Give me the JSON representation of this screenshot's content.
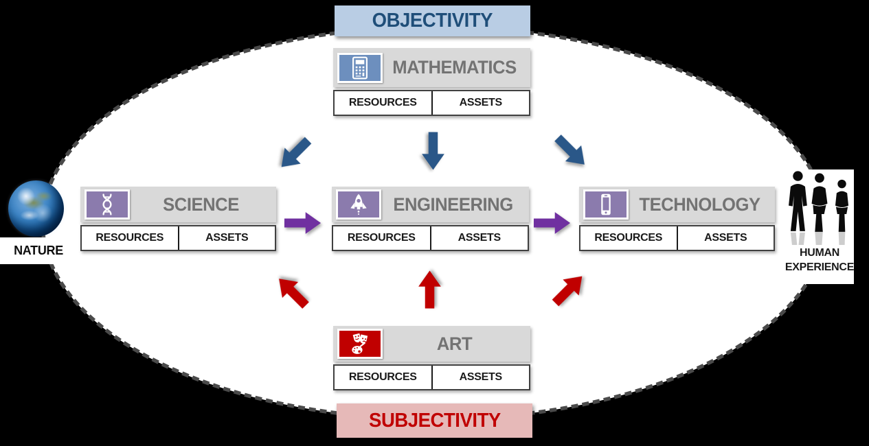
{
  "title_banners": {
    "objectivity": "OBJECTIVITY",
    "subjectivity": "SUBJECTIVITY"
  },
  "endpoints": {
    "nature": {
      "label": "NATURE"
    },
    "human_experience": {
      "label_line1": "HUMAN",
      "label_line2": "EXPERIENCE"
    }
  },
  "nodes": {
    "mathematics": {
      "label": "MATHEMATICS",
      "icon": "calculator-icon",
      "resources_label": "RESOURCES",
      "assets_label": "ASSETS"
    },
    "science": {
      "label": "SCIENCE",
      "icon": "dna-icon",
      "resources_label": "RESOURCES",
      "assets_label": "ASSETS"
    },
    "engineering": {
      "label": "ENGINEERING",
      "icon": "rocket-icon",
      "resources_label": "RESOURCES",
      "assets_label": "ASSETS"
    },
    "technology": {
      "label": "TECHNOLOGY",
      "icon": "smartphone-icon",
      "resources_label": "RESOURCES",
      "assets_label": "ASSETS"
    },
    "art": {
      "label": "ART",
      "icon": "theater-masks-palette-icon",
      "resources_label": "RESOURCES",
      "assets_label": "ASSETS"
    }
  },
  "flows": [
    {
      "from": "mathematics",
      "to": "science",
      "color": "#2a5788"
    },
    {
      "from": "mathematics",
      "to": "engineering",
      "color": "#2a5788"
    },
    {
      "from": "mathematics",
      "to": "technology",
      "color": "#2a5788"
    },
    {
      "from": "science",
      "to": "engineering",
      "color": "#7030a0"
    },
    {
      "from": "engineering",
      "to": "technology",
      "color": "#7030a0"
    },
    {
      "from": "art",
      "to": "science",
      "color": "#c00000"
    },
    {
      "from": "art",
      "to": "engineering",
      "color": "#c00000"
    },
    {
      "from": "art",
      "to": "technology",
      "color": "#c00000"
    }
  ],
  "colors": {
    "background": "#000000",
    "ellipse_fill": "#ffffff",
    "ellipse_stroke": "#4a4a4a",
    "objectivity_fill": "#b9cde4",
    "objectivity_text": "#1f4e79",
    "subjectivity_fill": "#e6b9b8",
    "subjectivity_text": "#c00000",
    "node_fill": "#d9d9d9",
    "node_text": "#737373",
    "mathematics_icon_bg": "#6d8fbe",
    "science_icon_bg": "#8b7bad",
    "engineering_icon_bg": "#8b7bad",
    "technology_icon_bg": "#8b7bad",
    "art_icon_bg": "#c00000",
    "blue_arrow": "#2a5788",
    "purple_arrow": "#7030a0",
    "red_arrow": "#c00000"
  }
}
